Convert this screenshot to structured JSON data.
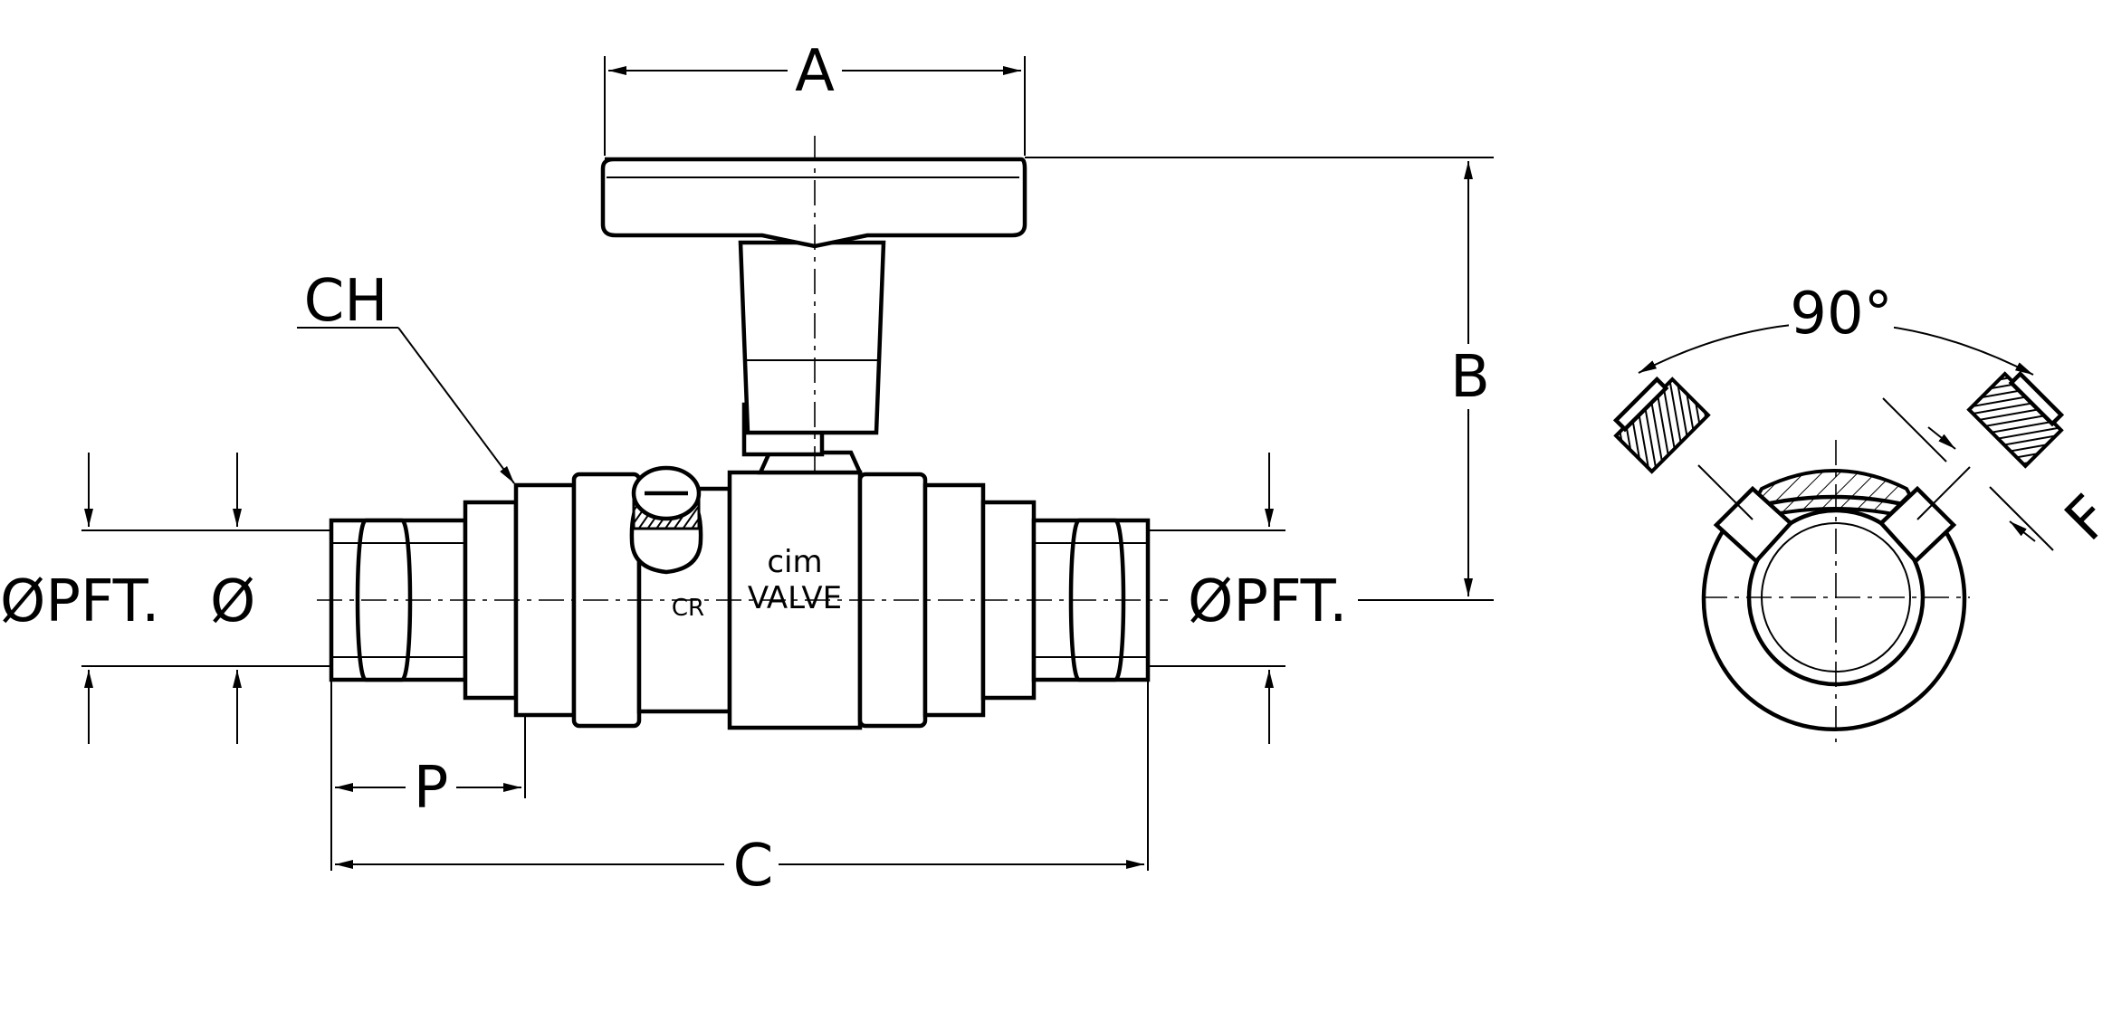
{
  "labels": {
    "dim_a": "A",
    "dim_b": "B",
    "dim_c": "C",
    "dim_p": "P",
    "dim_f": "F",
    "dim_ch": "CH",
    "angle": "90°",
    "pipe_left": "ØPFT.",
    "pipe_left_bore": "Ø",
    "pipe_right": "ØPFT."
  },
  "branding": {
    "logo": "cim",
    "name": "VALVE",
    "mark": "CR"
  }
}
